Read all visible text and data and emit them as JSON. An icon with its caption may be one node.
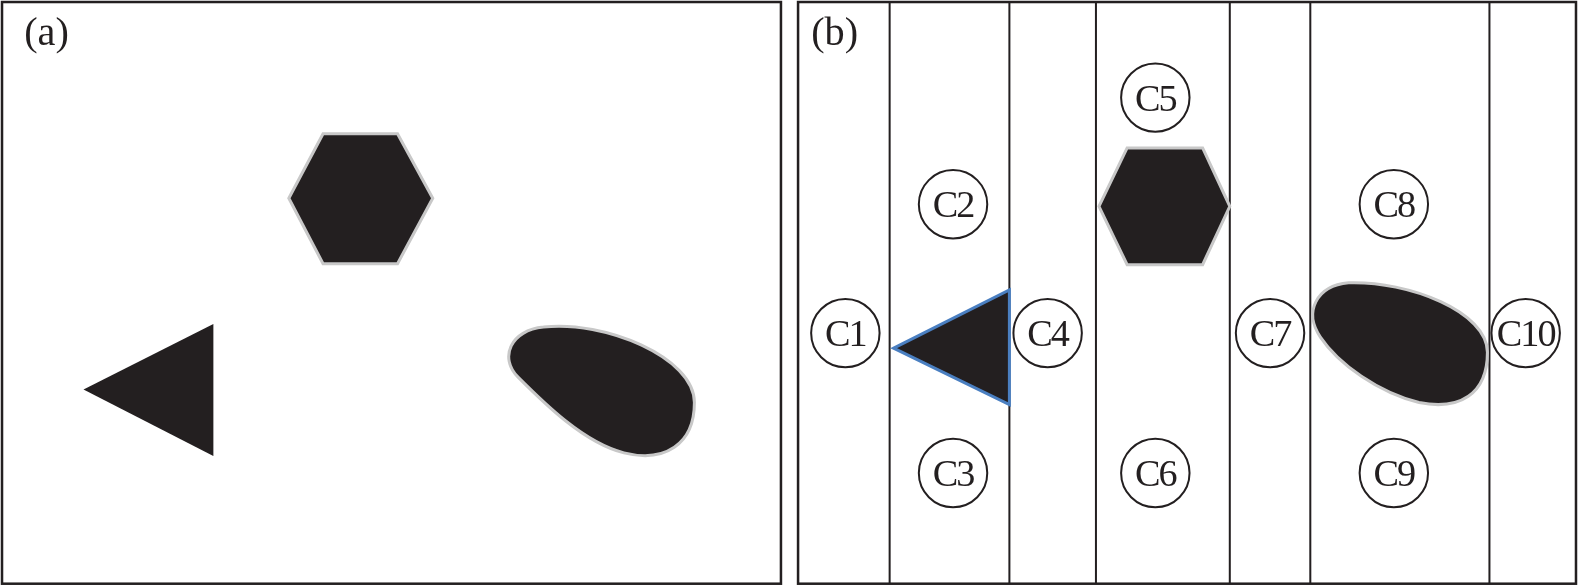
{
  "diagram": {
    "nodes": [
      {
        "text": [
          "C1"
        ]
      },
      {
        "text": [
          "C2"
        ]
      },
      {
        "text": [
          "C3"
        ]
      },
      {
        "text": [
          "C4"
        ]
      },
      {
        "text": [
          "C5"
        ]
      },
      {
        "text": [
          "C6"
        ]
      },
      {
        "text": [
          "C7"
        ]
      },
      {
        "text": [
          "C8"
        ]
      },
      {
        "text": [
          "C9"
        ]
      },
      {
        "text": [
          "C10"
        ]
      }
    ],
    "labels": [
      "(a)",
      "(b)"
    ]
  }
}
